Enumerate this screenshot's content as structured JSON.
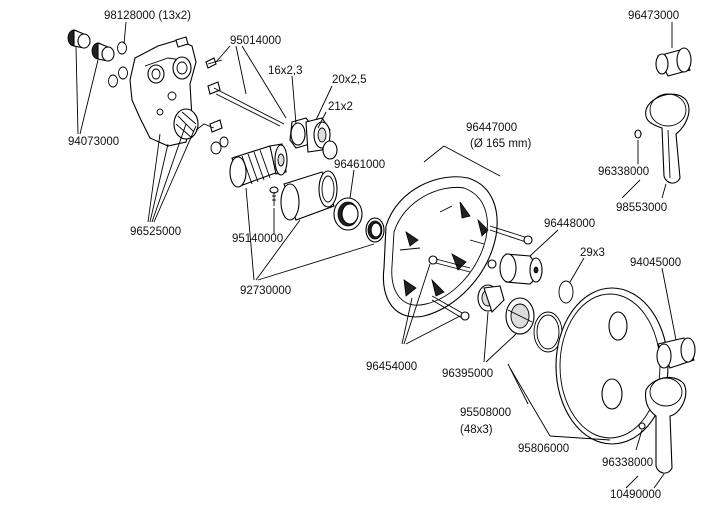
{
  "diagram": {
    "labels": {
      "p98128000": "98128000 (13x2)",
      "p95014000": "95014000",
      "p16x23": "16x2,3",
      "p20x25": "20x2,5",
      "p21x2": "21x2",
      "p94073000": "94073000",
      "p96525000": "96525000",
      "p96461000": "96461000",
      "p95140000": "95140000",
      "p92730000": "92730000",
      "p96447000": "96447000",
      "p96447000_dim": "(Ø 165 mm)",
      "p96448000": "96448000",
      "p29x3": "29x3",
      "p96454000": "96454000",
      "p96395000": "96395000",
      "p95508000": "95508000",
      "p95508000_dim": "(48x3)",
      "p95806000": "95806000",
      "p96473000": "96473000",
      "p96338000_top": "96338000",
      "p98553000": "98553000",
      "p94045000": "94045000",
      "p96338000_bot": "96338000",
      "p10490000": "10490000"
    }
  }
}
